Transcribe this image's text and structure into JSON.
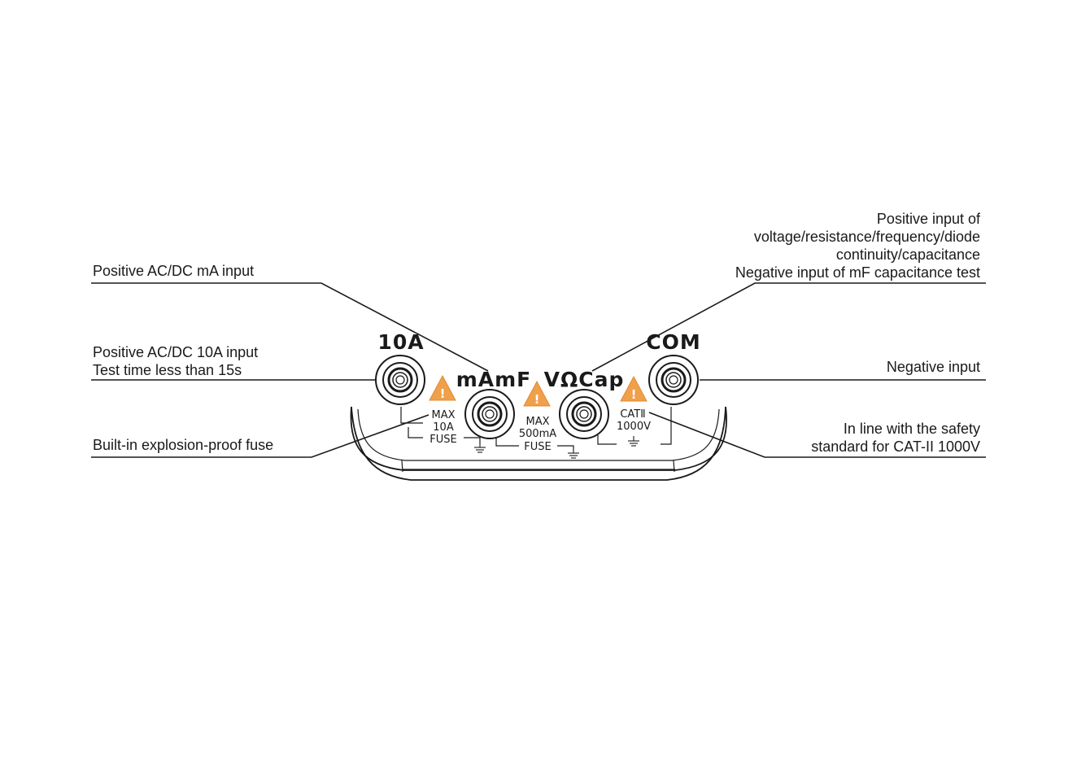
{
  "callouts": {
    "ma_input": {
      "lines": [
        "Positive AC/DC mA input"
      ]
    },
    "a10_input": {
      "lines": [
        "Positive AC/DC 10A input",
        "Test time less than 15s"
      ]
    },
    "fuse": {
      "lines": [
        "Built-in explosion-proof fuse"
      ]
    },
    "vohm_input": {
      "lines": [
        "Positive input of",
        "voltage/resistance/frequency/diode",
        "continuity/capacitance",
        "Negative input of mF capacitance test"
      ]
    },
    "negative": {
      "lines": [
        "Negative input"
      ]
    },
    "cat": {
      "lines": [
        "In line with the safety",
        "standard for CAT-II 1000V"
      ]
    }
  },
  "panel": {
    "jack_labels": {
      "a10": "10A",
      "mamf": "mAmF",
      "vohm": "VΩCap",
      "com": "COM"
    },
    "labels": {
      "a10_max": "MAX",
      "a10_rating": "10A",
      "a10_fuse": "FUSE",
      "ma_max": "MAX",
      "ma_rating": "500mA",
      "ma_fuse": "FUSE",
      "cat": "CATⅡ",
      "cat_voltage": "1000V"
    },
    "warning_mark": "!"
  },
  "colors": {
    "line": "#1a1a1a",
    "warning": "#f0a04b"
  }
}
